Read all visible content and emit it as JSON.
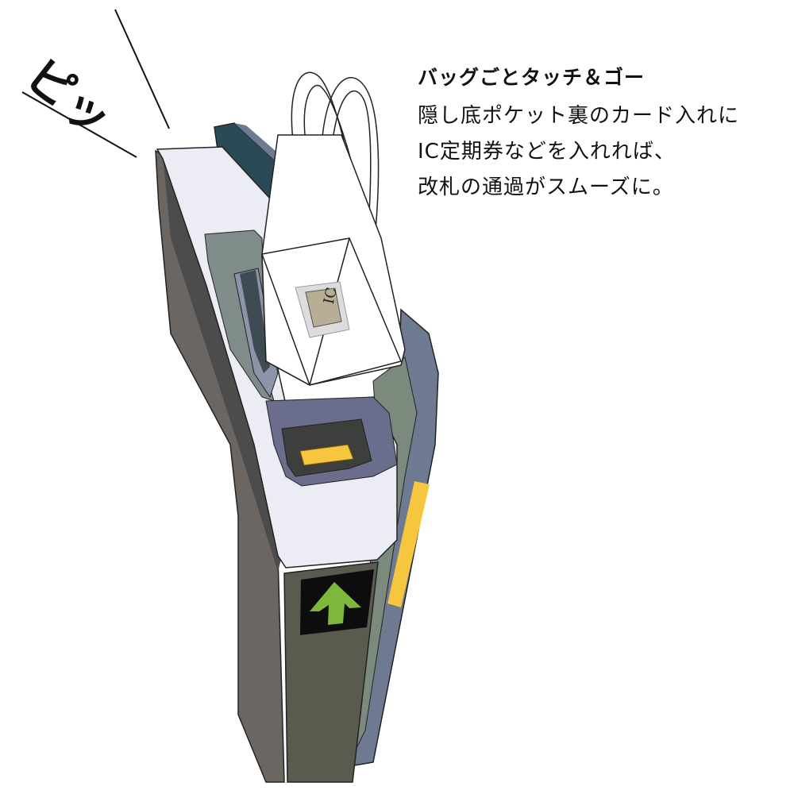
{
  "sound_effect": "ピッ",
  "headline": "バッグごとタッチ＆ゴー",
  "body_lines": [
    "隠し底ポケット裏のカード入れに",
    "IC定期券などを入れれば、",
    "改札の通過がスムーズに。"
  ],
  "card_label": "IC",
  "colors": {
    "gate_top": "#ececf4",
    "gate_side": "#6b6661",
    "gate_front": "#5a5b4f",
    "strip": "#6d7a91",
    "yellow": "#f6c63f",
    "arrow": "#7db83a",
    "teal": "#2a4a55"
  }
}
